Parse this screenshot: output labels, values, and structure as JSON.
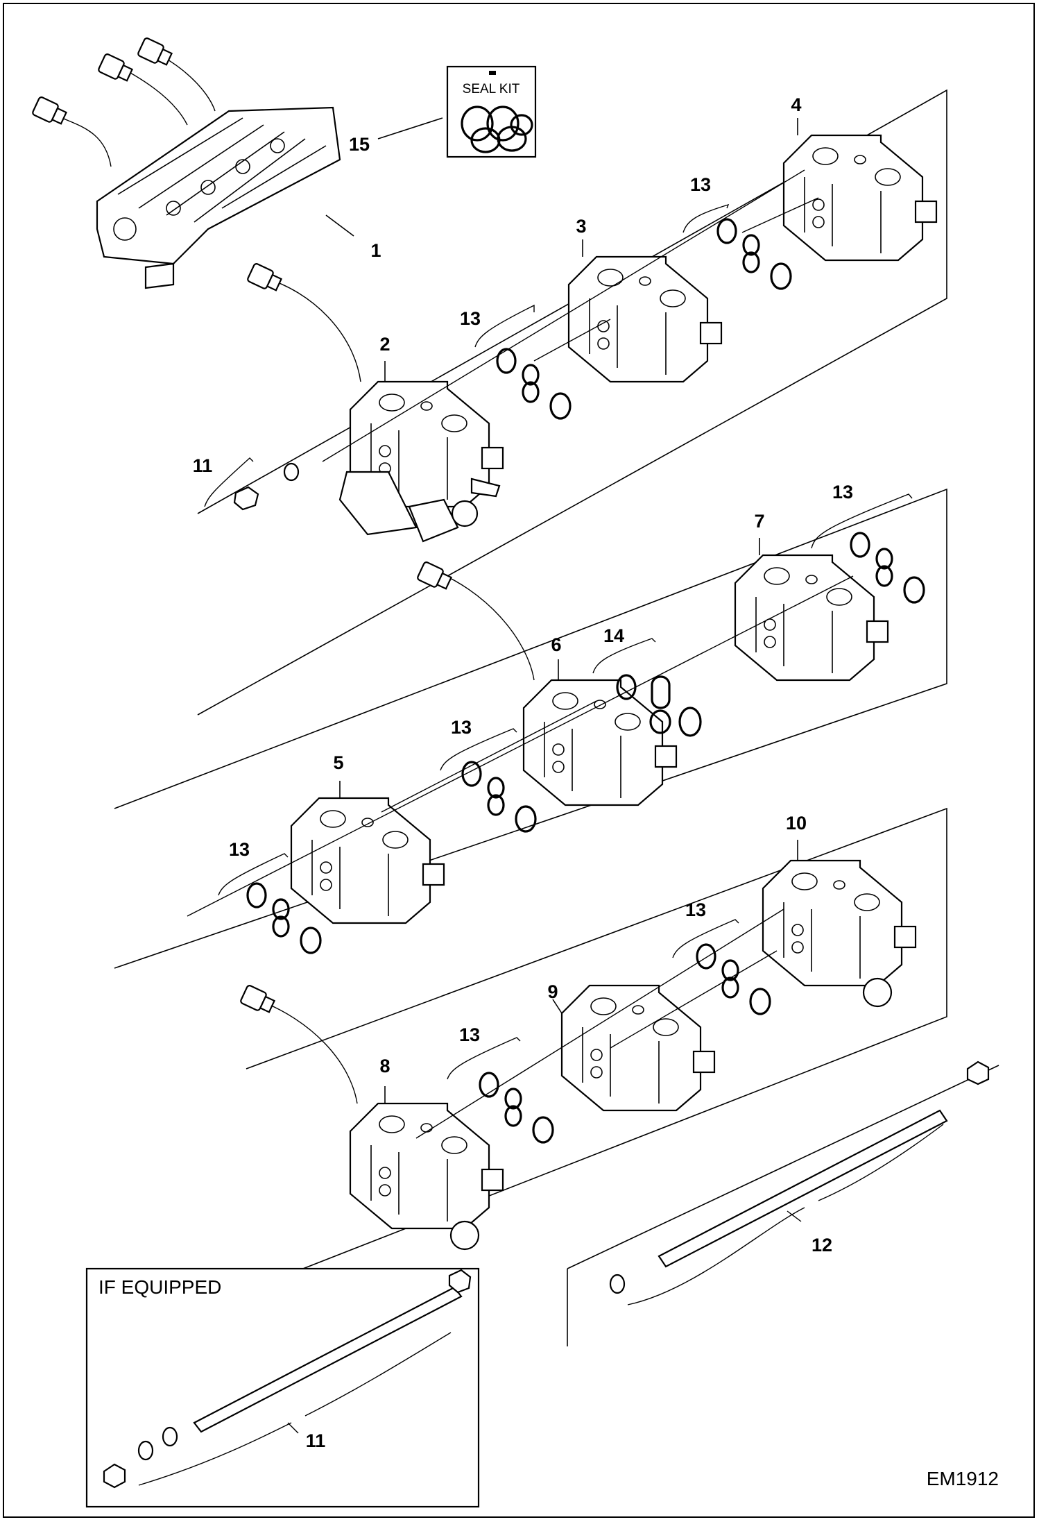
{
  "seal_kit_label": "SEAL KIT",
  "if_equipped_label": "IF EQUIPPED",
  "drawing_id": "EM1912",
  "callouts": {
    "c1": "1",
    "c2": "2",
    "c3": "3",
    "c4": "4",
    "c5": "5",
    "c6": "6",
    "c7": "7",
    "c8": "8",
    "c9": "9",
    "c10": "10",
    "c11a": "11",
    "c11b": "11",
    "c12": "12",
    "c13a": "13",
    "c13b": "13",
    "c13c": "13",
    "c13d": "13",
    "c13e": "13",
    "c13f": "13",
    "c13g": "13",
    "c14": "14",
    "c15": "15"
  }
}
